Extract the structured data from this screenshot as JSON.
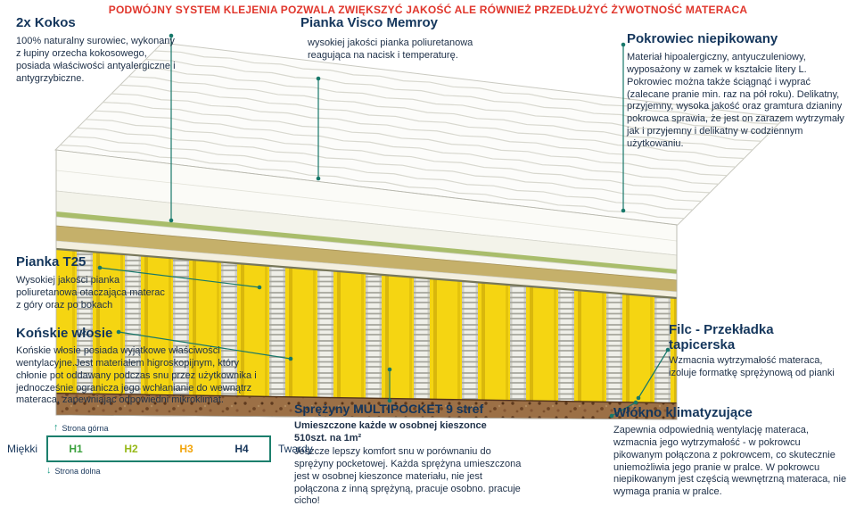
{
  "banner": {
    "text": "PODWÓJNY SYSTEM KLEJENIA POZWALA ZWIĘKSZYĆ JAKOŚĆ ALE RÓWNIEŻ PRZEDŁUŻYĆ ŻYWOTNOŚĆ MATERACA"
  },
  "callouts": {
    "kokos": {
      "title": "2x Kokos",
      "body": "100% naturalny surowiec, wykonany z łupiny orzecha kokosowego, posiada właściwości antyalergiczne i antygrzybiczne."
    },
    "visco": {
      "title": "Pianka Visco Memroy",
      "body": "wysokiej jakości pianka poliuretanowa reagująca na nacisk i temperaturę."
    },
    "pokrowiec": {
      "title": "Pokrowiec niepikowany",
      "body": "Materiał hipoalergiczny, antyuczuleniowy, wyposażony w zamek w kształcie litery L. Pokrowiec można także ściągnąć i wyprać (zalecane pranie min. raz na pół roku). Delikatny, przyjemny, wysoka jakość oraz gramtura dzianiny pokrowca sprawia, że jest on zarazem wytrzymały jak i przyjemny i delikatny w codziennym użytkowaniu."
    },
    "t25": {
      "title": "Pianka T25",
      "body": "Wysokiej jakości pianka poliuretanowa otaczająca materac z góry oraz po bokach"
    },
    "wlosie": {
      "title": "Końskie włosie",
      "body": "Końskie włosie posiada wyjątkowe właściwości wentylacyjne.Jest materiałem higroskopijnym, który chłonie pot oddawany podczas snu przez użytkownika i jednocześnie ogranicza jego wchłanianie do wewnątrz materaca, zapewniając odpowiedni mikroklimat."
    },
    "filc": {
      "title": "Filc - Przekładka tapicerska",
      "body": "Wzmacnia wytrzymałość materaca, izoluje formatkę sprężynową od pianki"
    },
    "wlokno": {
      "title": "Włókno klimatyzujące",
      "body": "Zapewnia odpowiednią wentylację materaca, wzmacnia jego wytrzymałość - w pokrowcu pikowanym połączona z pokrowcem, co skutecznie uniemożliwia jego pranie w pralce. W pokrowcu niepikowanym jest częścią wewnętrzną materaca, nie wymaga prania w pralce."
    },
    "sprezyny": {
      "title": "Sprężyny MULTIPOCKET 9 stref",
      "subtitle": "Umieszczone każde w osobnej kieszonce 510szt. na 1m²",
      "body": "Jeszcze lepszy komfort snu w porównaniu do sprężyny pocketowej. Każda sprężyna umieszczona jest w osobnej kieszonce materiału, nie jest połączona z inną sprężyną, pracuje osobno. pracuje cicho!"
    }
  },
  "scale": {
    "top_label": "Strona górna",
    "bottom_label": "Strona dolna",
    "soft_label": "Miękki",
    "hard_label": "Twardy",
    "levels": [
      {
        "label": "H1",
        "color": "#3ba13e"
      },
      {
        "label": "H2",
        "color": "#97b919"
      },
      {
        "label": "H3",
        "color": "#f2a50c"
      },
      {
        "label": "H4",
        "color": "#16355a"
      }
    ]
  },
  "colors": {
    "banner_text": "#e0362c",
    "heading": "#14365c",
    "body_text": "#20324a",
    "callout_line": "#17786a",
    "spring_yellow": "#f5d512",
    "glue_green": "#a9bd6b",
    "coco_tan": "#c5b06a",
    "base_brown": "#9c7046",
    "scale_border": "#1c7f6d"
  }
}
